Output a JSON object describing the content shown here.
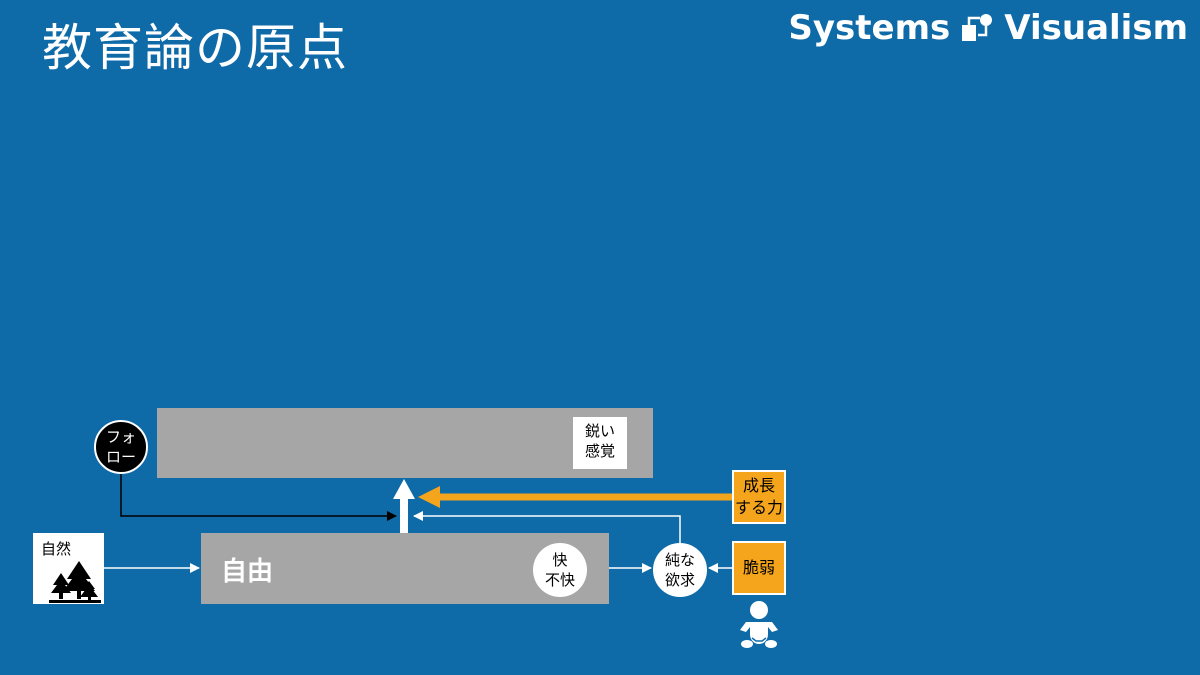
{
  "header": {
    "title": "教育論の原点",
    "logo_left": "Systems",
    "logo_right": "Visualism",
    "logo_icon": "systems-visualism-logo-icon"
  },
  "diagram": {
    "upper_box": {
      "label": ""
    },
    "lower_box": {
      "label": "自由"
    },
    "sense": {
      "line1": "鋭い",
      "line2": "感覚"
    },
    "follow": {
      "line1": "フォ",
      "line2": "ロー"
    },
    "nature": {
      "label": "自然",
      "icon": "forest-icon"
    },
    "pleasure": {
      "line1": "快",
      "line2": "不快"
    },
    "desire": {
      "line1": "純な",
      "line2": "欲求"
    },
    "growth": {
      "line1": "成長",
      "line2": "する力"
    },
    "fragile": {
      "label": "脆弱",
      "icon": "baby-icon"
    }
  },
  "colors": {
    "background": "#0f6aa8",
    "box_gray": "#a6a6a6",
    "accent_orange": "#f4a51c",
    "white": "#ffffff",
    "black": "#000000"
  }
}
